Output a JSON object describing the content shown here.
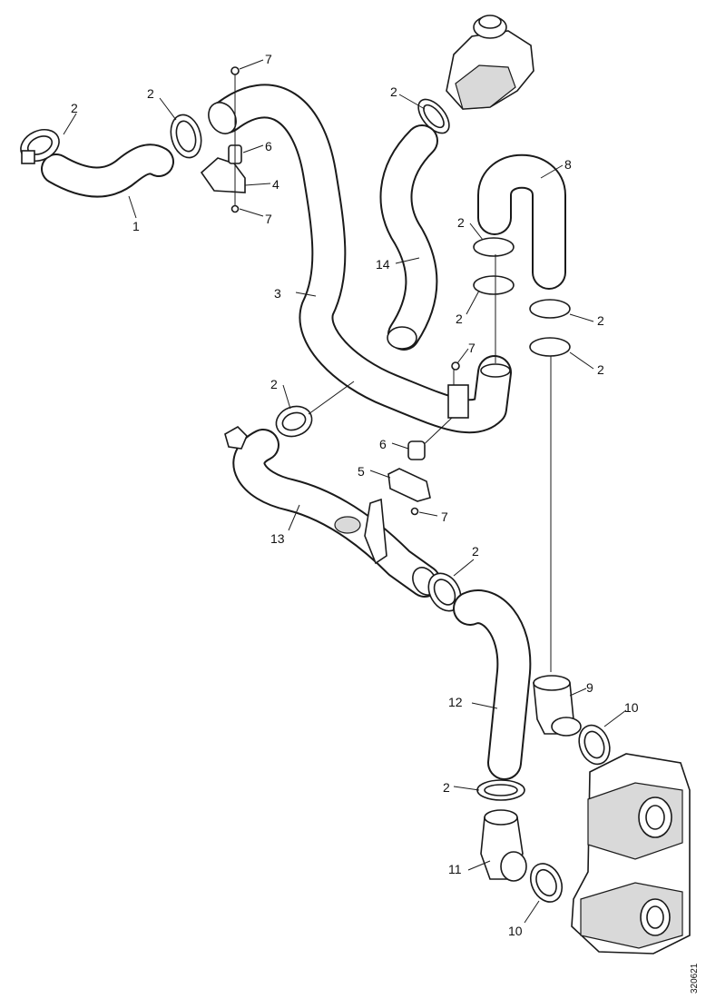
{
  "diagram": {
    "callouts": {
      "c1": "1",
      "c2": "2",
      "c3": "3",
      "c4": "4",
      "c5": "5",
      "c6": "6",
      "c7": "7",
      "c8": "8",
      "c9": "9",
      "c10": "10",
      "c11": "11",
      "c12": "12",
      "c13": "13",
      "c14": "14"
    },
    "reference_number": "320621"
  }
}
